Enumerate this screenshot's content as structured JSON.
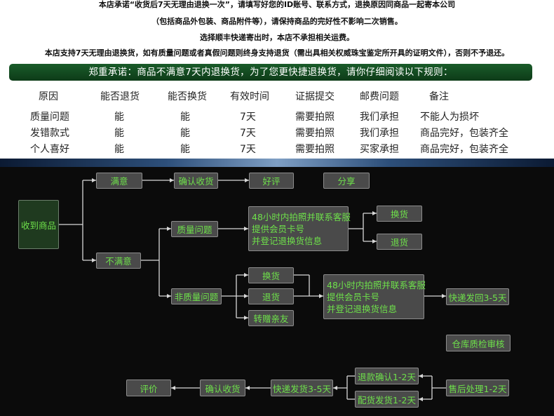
{
  "notices": {
    "line1": "本店承诺“收货后7天无理由退换一次”，请填写好您的ID账号、联系方式，退换原因同商品一起寄本公司",
    "line2": "（包括商品外包装、商品附件等），请保持商品的完好性不影响二次销售。",
    "line3": "选择顺丰快递寄出时，本店不承担相关运费。",
    "line4": "本店支持7天无理由退换货，如有质量问题或者真假问题则终身支持退货（需出具相关权威珠宝鉴定所开具的证明文件），否则不予退还。"
  },
  "promise": "郑重承诺：商品不满意7天内退换货，为了您更快捷退换货，请你仔细阅读以下规则：",
  "table": {
    "headers": [
      "原因",
      "能否退货",
      "能否换货",
      "有效时间",
      "证据提交",
      "邮费问题",
      "备注"
    ],
    "rows": [
      [
        "质量问题",
        "能",
        "能",
        "7天",
        "需要拍照",
        "我们承担",
        "不能人为损坏"
      ],
      [
        "发错款式",
        "能",
        "能",
        "7天",
        "需要拍照",
        "我们承担",
        "商品完好，包装齐全"
      ],
      [
        "个人喜好",
        "能",
        "能",
        "7天",
        "需要拍照",
        "买家承担",
        "商品完好，包装齐全"
      ]
    ]
  },
  "flow": {
    "received": "收到商品",
    "satisfied": "满意",
    "confirm_receipt": "确认收货",
    "good_review": "好评",
    "share": "分享",
    "unsatisfied": "不满意",
    "quality_issue": "质量问题",
    "non_quality_issue": "非质量问题",
    "photo_steps_1": [
      "48小时内拍照并联系客服",
      "提供会员卡号",
      "并登记退换货信息"
    ],
    "photo_steps_2": [
      "48小时内拍照并联系客服",
      "提供会员卡号",
      "并登记退换货信息"
    ],
    "exchange": "换货",
    "return": "退货",
    "exchange2": "换货",
    "return2": "退货",
    "gift_friend": "转赠亲友",
    "express_back": "快递发回3-5天",
    "warehouse_check": "仓库质检审核",
    "after_sale": "售后处理1-2天",
    "refund_confirm": "退款确认1-2天",
    "ship_out": "配货发货1-2天",
    "express_ship": "快递发货3-5天",
    "confirm_receipt2": "确认收货",
    "review": "评价"
  }
}
